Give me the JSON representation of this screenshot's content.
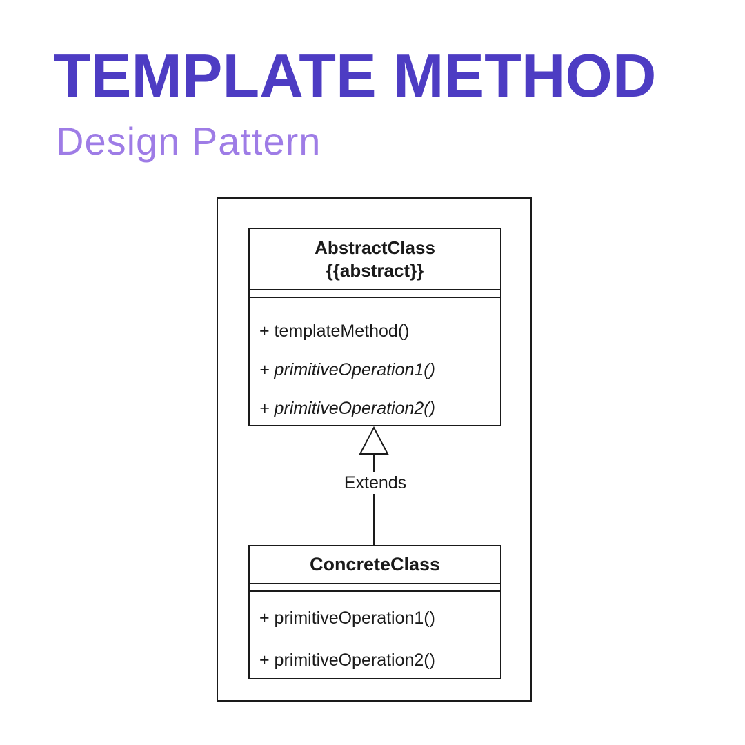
{
  "page": {
    "title": "TEMPLATE METHOD",
    "subtitle": "Design Pattern"
  },
  "colors": {
    "title": "#4D3CC3",
    "subtitle": "#9E7CE6",
    "line": "#1a1a1a",
    "background": "#ffffff"
  },
  "diagram": {
    "type": "uml-class-diagram",
    "relationship": {
      "type": "generalization",
      "label": "Extends"
    },
    "classes": [
      {
        "name": "AbstractClass",
        "stereotype": "{{abstract}}",
        "methods": [
          {
            "text": "+ templateMethod()",
            "italic": false
          },
          {
            "text": "+ primitiveOperation1()",
            "italic": true
          },
          {
            "text": "+ primitiveOperation2()",
            "italic": true
          }
        ]
      },
      {
        "name": "ConcreteClass",
        "stereotype": "",
        "methods": [
          {
            "text": "+ primitiveOperation1()",
            "italic": false
          },
          {
            "text": "+ primitiveOperation2()",
            "italic": false
          }
        ]
      }
    ]
  }
}
